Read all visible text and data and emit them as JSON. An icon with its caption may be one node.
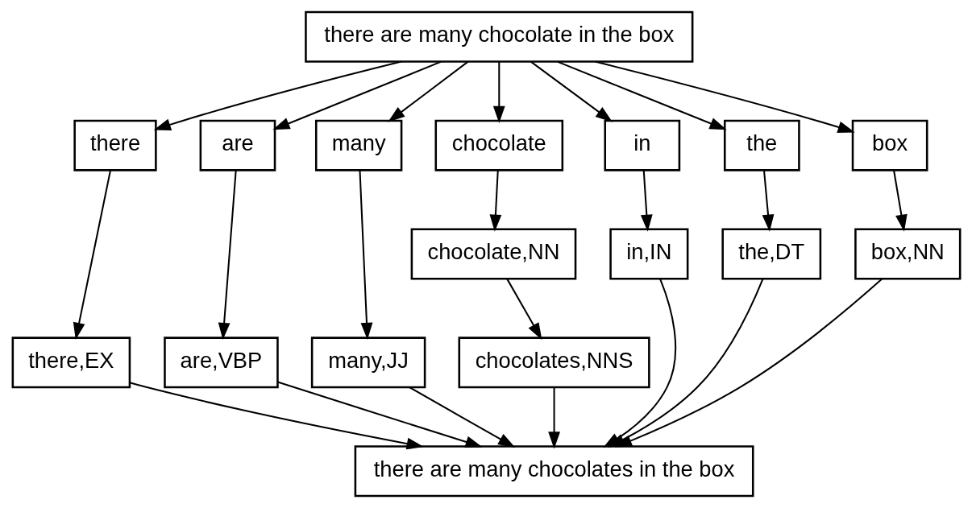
{
  "diagram": {
    "nodes": [
      {
        "text": [
          "there are many chocolate in the box"
        ]
      },
      {
        "text": [
          "there"
        ]
      },
      {
        "text": [
          "are"
        ]
      },
      {
        "text": [
          "many"
        ]
      },
      {
        "text": [
          "chocolate"
        ]
      },
      {
        "text": [
          "in"
        ]
      },
      {
        "text": [
          "the"
        ]
      },
      {
        "text": [
          "box"
        ]
      },
      {
        "text": [
          "there,EX"
        ]
      },
      {
        "text": [
          "are,VBP"
        ]
      },
      {
        "text": [
          "many,JJ"
        ]
      },
      {
        "text": [
          "chocolate,NN"
        ]
      },
      {
        "text": [
          "in,IN"
        ]
      },
      {
        "text": [
          "the,DT"
        ]
      },
      {
        "text": [
          "box,NN"
        ]
      },
      {
        "text": [
          "chocolates,NNS"
        ]
      },
      {
        "text": [
          "there are many chocolates in the box"
        ]
      }
    ],
    "edges": [
      {
        "from": 0,
        "to": 1,
        "arrow": "to"
      },
      {
        "from": 0,
        "to": 2,
        "arrow": "to"
      },
      {
        "from": 0,
        "to": 3,
        "arrow": "to"
      },
      {
        "from": 0,
        "to": 4,
        "arrow": "to"
      },
      {
        "from": 0,
        "to": 5,
        "arrow": "to"
      },
      {
        "from": 0,
        "to": 6,
        "arrow": "to"
      },
      {
        "from": 0,
        "to": 7,
        "arrow": "to"
      },
      {
        "from": 1,
        "to": 8,
        "arrow": "to"
      },
      {
        "from": 2,
        "to": 9,
        "arrow": "to"
      },
      {
        "from": 3,
        "to": 10,
        "arrow": "to"
      },
      {
        "from": 4,
        "to": 11,
        "arrow": "to"
      },
      {
        "from": 5,
        "to": 12,
        "arrow": "to"
      },
      {
        "from": 6,
        "to": 13,
        "arrow": "to"
      },
      {
        "from": 7,
        "to": 14,
        "arrow": "to"
      },
      {
        "from": 11,
        "to": 15,
        "arrow": "to"
      },
      {
        "from": 8,
        "to": 16,
        "arrow": "to"
      },
      {
        "from": 9,
        "to": 16,
        "arrow": "to"
      },
      {
        "from": 10,
        "to": 16,
        "arrow": "to"
      },
      {
        "from": 15,
        "to": 16,
        "arrow": "to"
      },
      {
        "from": 12,
        "to": 16,
        "arrow": "to"
      },
      {
        "from": 13,
        "to": 16,
        "arrow": "to"
      },
      {
        "from": 14,
        "to": 16,
        "arrow": "to"
      }
    ]
  }
}
